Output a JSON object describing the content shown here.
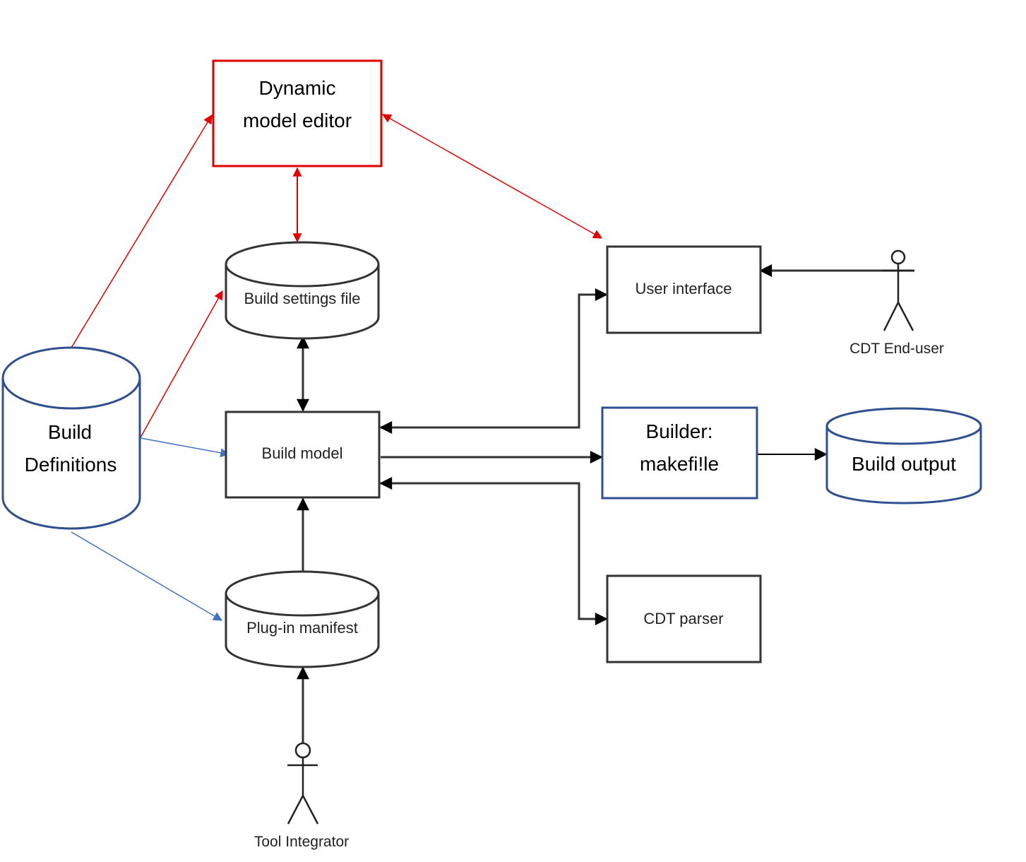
{
  "nodes": {
    "dynamic_editor": {
      "line1": "Dynamic",
      "line2": "model editor"
    },
    "build_definitions": {
      "line1": "Build",
      "line2": "Definitions"
    },
    "build_settings_file": {
      "label": "Build settings file"
    },
    "build_model": {
      "label": "Build model"
    },
    "plugin_manifest": {
      "label": "Plug-in manifest"
    },
    "user_interface": {
      "label": "User interface"
    },
    "builder": {
      "line1": "Builder:",
      "line2": "makefi!le"
    },
    "build_output": {
      "label": "Build output"
    },
    "cdt_parser": {
      "label": "CDT parser"
    }
  },
  "actors": {
    "cdt_end_user": {
      "label": "CDT End-user"
    },
    "tool_integrator": {
      "label": "Tool Integrator"
    }
  },
  "colors": {
    "new_component": "#e00000",
    "new_connection": "#4472c4",
    "existing": "#000000",
    "existing_border": "#555555"
  }
}
